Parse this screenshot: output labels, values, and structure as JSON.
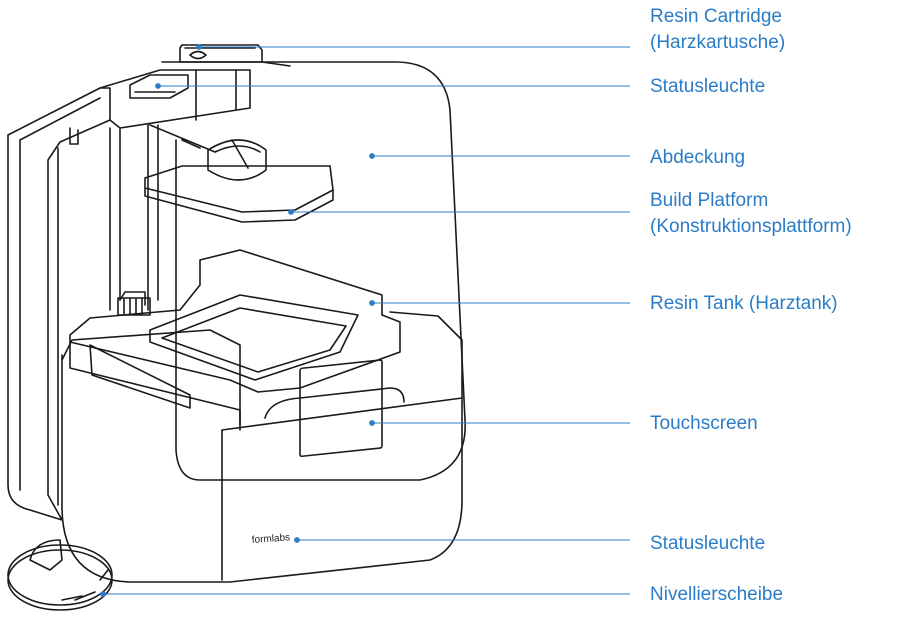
{
  "diagram": {
    "accent_color": "#2b7cc7",
    "line_color": "#1a1a1a",
    "brand_text": "formlabs",
    "labels": [
      {
        "id": "resin-cartridge",
        "lines": [
          "Resin Cartridge",
          "(Harzkartusche)"
        ]
      },
      {
        "id": "status-light-top",
        "lines": [
          "Statusleuchte"
        ]
      },
      {
        "id": "cover",
        "lines": [
          "Abdeckung"
        ]
      },
      {
        "id": "build-platform",
        "lines": [
          "Build Platform",
          "(Konstruktionsplattform)"
        ]
      },
      {
        "id": "resin-tank",
        "lines": [
          "Resin Tank (Harztank)"
        ]
      },
      {
        "id": "touchscreen",
        "lines": [
          "Touchscreen"
        ]
      },
      {
        "id": "status-light-bottom",
        "lines": [
          "Statusleuchte"
        ]
      },
      {
        "id": "leveling-disc",
        "lines": [
          "Nivellierscheibe"
        ]
      }
    ]
  }
}
